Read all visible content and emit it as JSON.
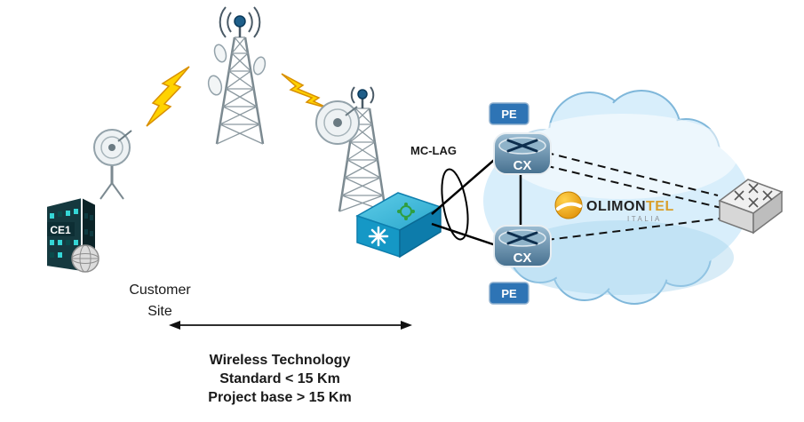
{
  "diagram": {
    "device_labels": {
      "ce1": "CE1",
      "mclag": "MC-LAG",
      "pe_top": "PE",
      "pe_bottom": "PE",
      "cx_top": "CX",
      "cx_bottom": "CX"
    },
    "cloud_logo": {
      "name_part1": "OLIMON",
      "name_part2": "TEL",
      "subtitle": "ITALIA"
    },
    "annotations": {
      "customer_site_line1": "Customer",
      "customer_site_line2": "Site",
      "wireless_line1": "Wireless Technology",
      "wireless_line2": "Standard  < 15 Km",
      "wireless_line3": "Project base > 15 Km"
    },
    "colors": {
      "pe_badge": "#2e74b5",
      "router_body": "#5b86a5",
      "cloud_fill": "#d8eefb",
      "cloud_stroke": "#7fb7da",
      "lightning": "#ffd200",
      "access_switch_top": "#3fbcdc",
      "access_switch_front": "#1598c6",
      "logo_gold": "#efa11c"
    }
  }
}
